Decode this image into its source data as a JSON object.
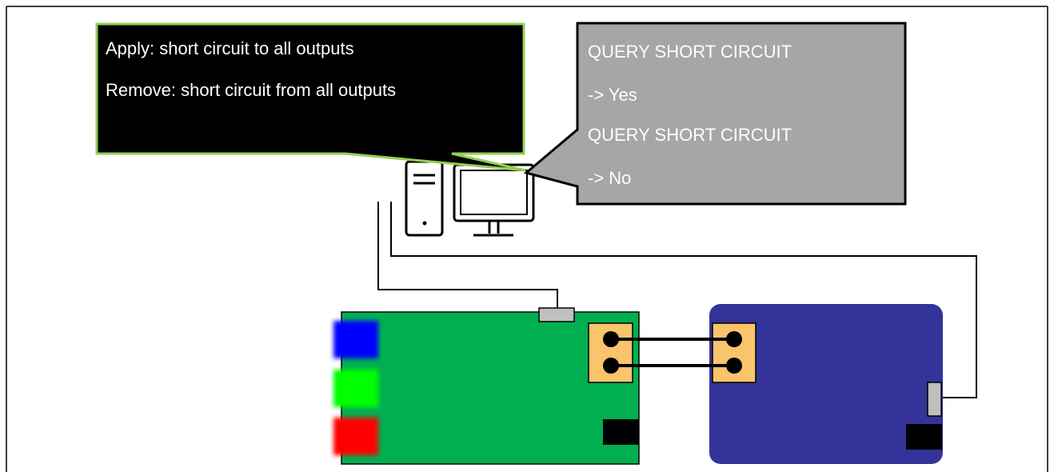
{
  "commands_callout": {
    "line1": "Apply: short circuit to all outputs",
    "line2": "Remove: short circuit from all outputs"
  },
  "query_callout": {
    "query1": "QUERY SHORT CIRCUIT",
    "answer1": "-> Yes",
    "query2": "QUERY SHORT CIRCUIT",
    "answer2": "-> No"
  },
  "colors": {
    "command_box_fill": "#000000",
    "command_box_border": "#92d050",
    "query_box_fill": "#a6a6a6",
    "query_box_border": "#000000",
    "driver_board": "#00b050",
    "tester_board": "#333399",
    "terminal_block": "#f9c46b",
    "led_blue": "#0000ff",
    "led_green": "#00ff00",
    "led_red": "#ff0000"
  }
}
